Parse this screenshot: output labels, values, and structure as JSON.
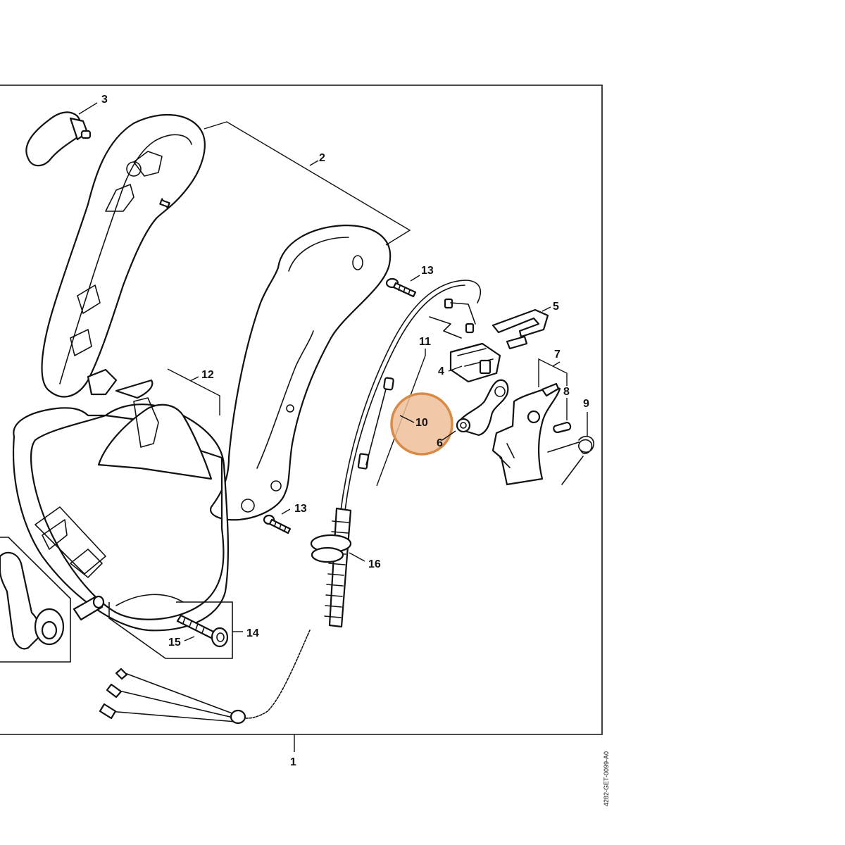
{
  "diagram": {
    "reference_code": "4282-GET-0099-A0",
    "highlight_color": "#d88a47",
    "highlight_part": "10",
    "labels": {
      "p1": "1",
      "p2": "2",
      "p3": "3",
      "p4": "4",
      "p5": "5",
      "p6": "6",
      "p7": "7",
      "p8": "8",
      "p9": "9",
      "p10": "10",
      "p11": "11",
      "p12": "12",
      "p13a": "13",
      "p13b": "13",
      "p14": "14",
      "p15": "15",
      "p16": "16"
    }
  }
}
